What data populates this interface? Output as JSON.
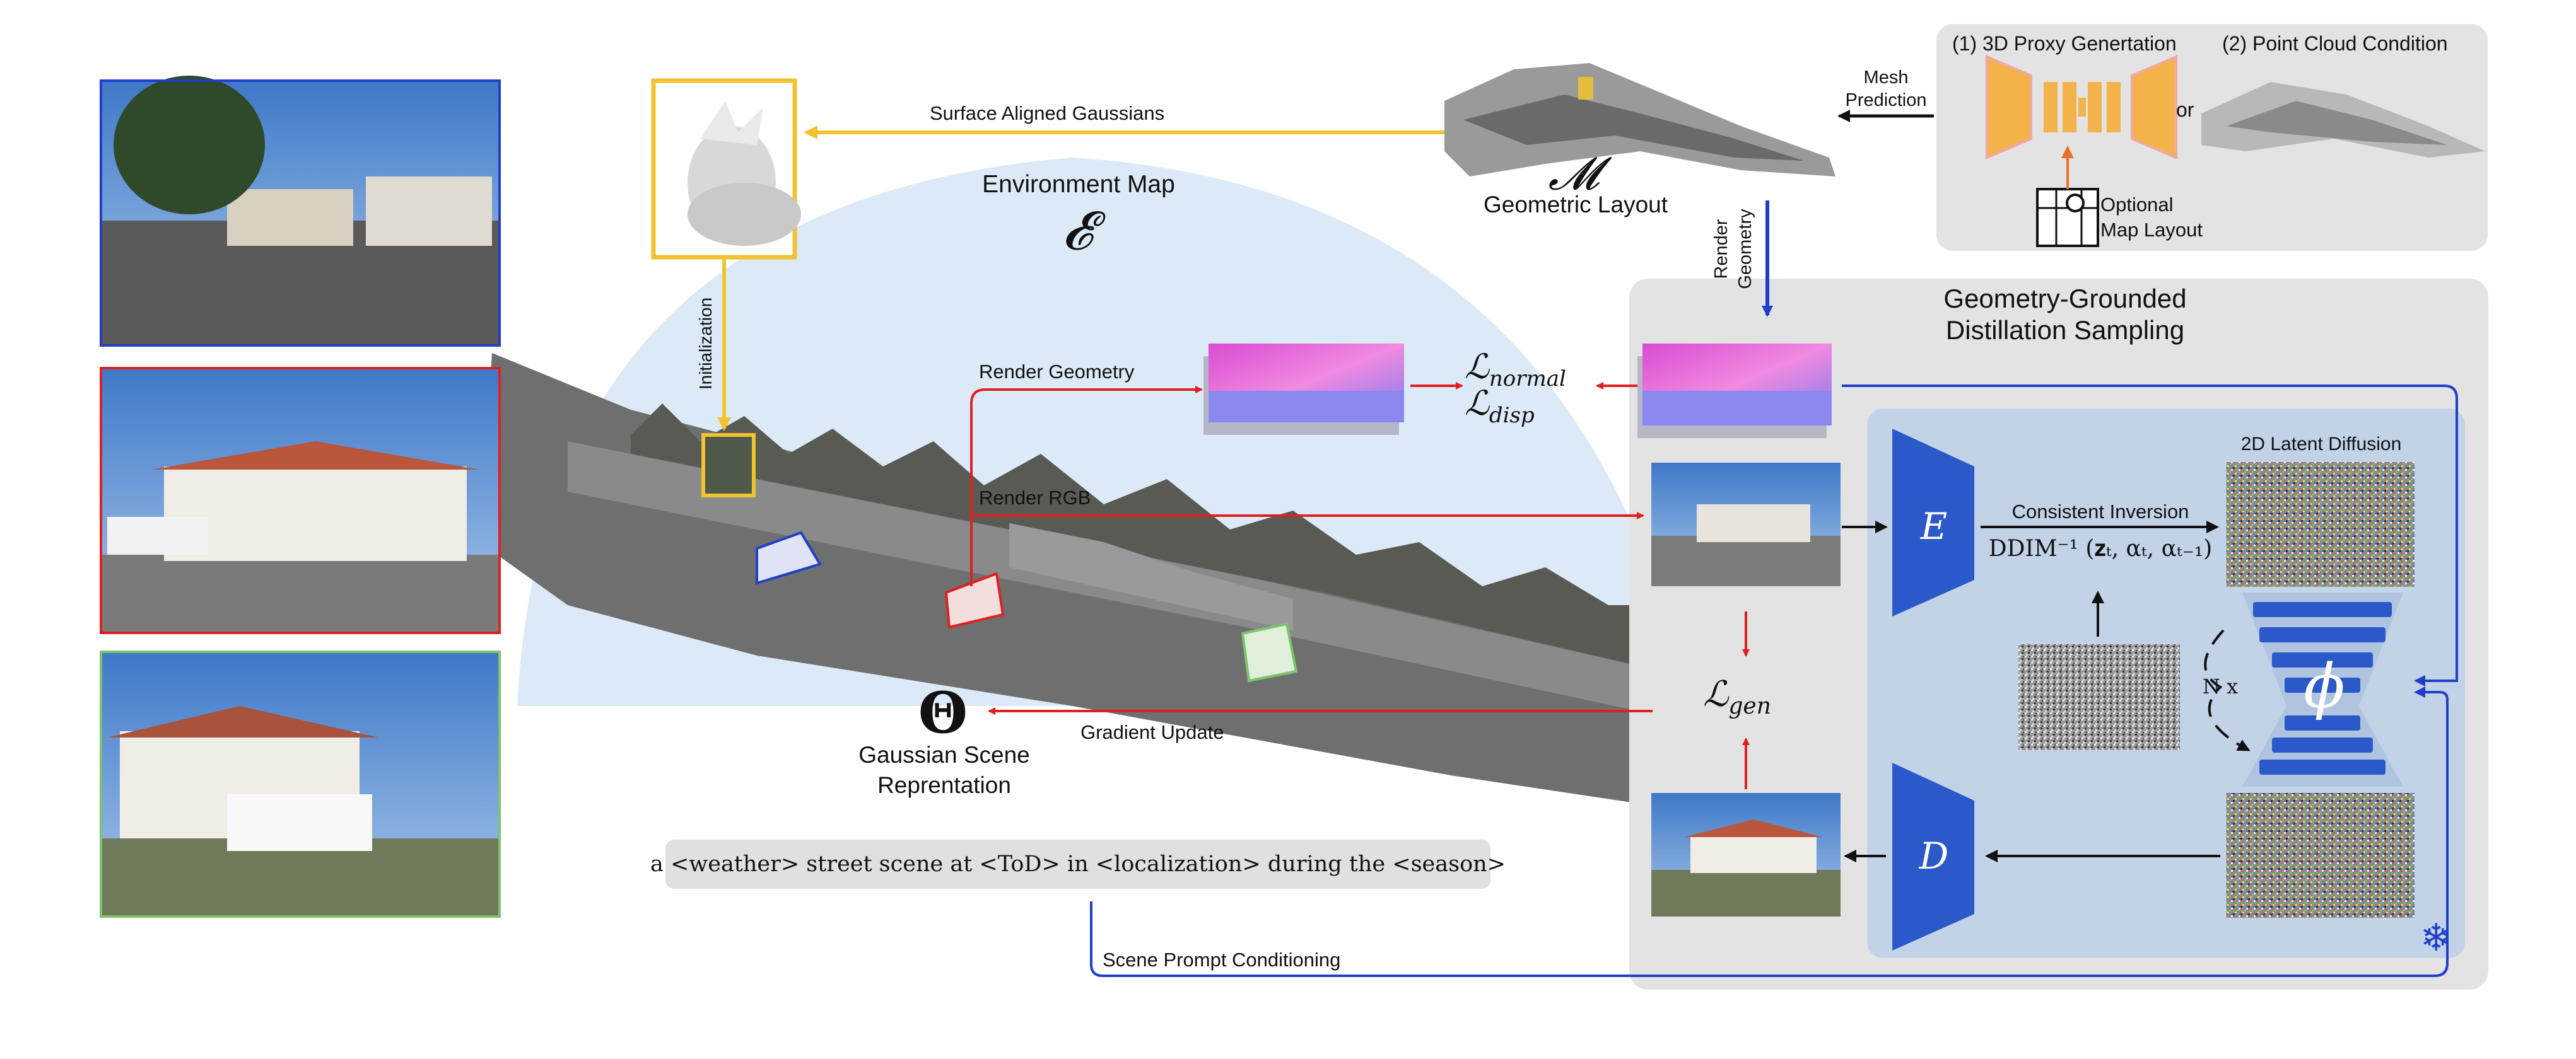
{
  "colors": {
    "red": "#e02020",
    "blue": "#1f3fc8",
    "yellow": "#f2c230",
    "orange_proxy": "#f3b24a",
    "panel_gray": "#e3e3e3",
    "diffusion_bg": "#c2d3e8",
    "encoder_blue": "#2b59c9",
    "env_map": "#dceaf7"
  },
  "labels": {
    "surface_aligned_gaussians": "Surface Aligned Gaussians",
    "environment_map": "Environment Map",
    "environment_symbol": "𝓔",
    "initialization": "Initialization",
    "mesh_prediction_1": "Mesh",
    "mesh_prediction_2": "Prediction",
    "geometric_layout_symbol": "𝓜",
    "geometric_layout": "Geometric Layout",
    "proxy_generation": "(1) 3D Proxy Genertation",
    "or": "or",
    "point_cloud_condition": "(2) Point Cloud Condition",
    "optional_map_layout_1": "Optional",
    "optional_map_layout_2": "Map Layout",
    "render_geometry_vertical_1": "Render",
    "render_geometry_vertical_2": "Geometry",
    "ggds_title_1": "Geometry-Grounded",
    "ggds_title_2": "Distillation Sampling",
    "render_geometry": "Render Geometry",
    "render_rgb": "Render RGB",
    "loss_normal": "ℒ",
    "loss_normal_sub": "normal",
    "loss_disp": "ℒ",
    "loss_disp_sub": "disp",
    "loss_gen": "ℒ",
    "loss_gen_sub": "gen",
    "latent_diffusion": "2D Latent Diffusion",
    "encoder": "E",
    "decoder": "D",
    "consistent_inversion": "Consistent Inversion",
    "ddim_inversion": "DDIM⁻¹ (𝐳ₜ, αₜ, αₜ₋₁)",
    "n_times": "N x",
    "phi": "ϕ",
    "gradient_update": "Gradient Update",
    "theta": "Θ",
    "gaussian_scene_1": "Gaussian Scene",
    "gaussian_scene_2": "Reprentation",
    "scene_prompt": "a <weather> street scene at <ToD> in <localization> during the <season>",
    "scene_prompt_conditioning": "Scene Prompt Conditioning",
    "snowflake": "❄"
  }
}
